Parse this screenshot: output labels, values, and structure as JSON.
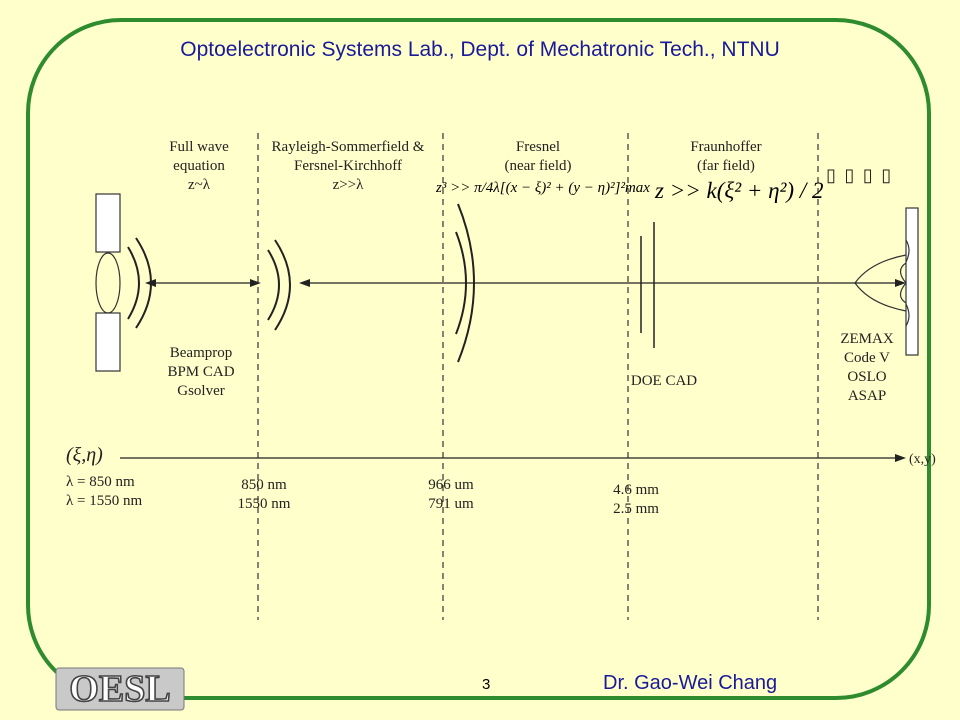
{
  "header": {
    "title": "Optoelectronic Systems Lab., Dept. of Mechatronic Tech., NTNU"
  },
  "regions": [
    {
      "lines": [
        "Full wave",
        "equation",
        "z~λ"
      ]
    },
    {
      "lines": [
        "Rayleigh-Sommerfield &",
        "Fersnel-Kirchhoff",
        "z>>λ"
      ]
    },
    {
      "lines": [
        "Fresnel",
        "(near field)"
      ]
    },
    {
      "lines": [
        "Fraunhoffer",
        "(far field)"
      ]
    }
  ],
  "formulas": {
    "fresnel": "z³ >> π/4λ[(x − ξ)² + (y − η)²]²max",
    "fraunhofer": "z >> k(ξ² + η²) / 2"
  },
  "placeholder_glyphs": "▯ ▯ ▯ ▯",
  "tools": {
    "bpm": [
      "Beamprop",
      "BPM CAD",
      "Gsolver"
    ],
    "doe": "DOE CAD",
    "optics": [
      "ZEMAX",
      "Code V",
      "OSLO",
      "ASAP"
    ]
  },
  "axis": {
    "origin_label": "(ξ,η)",
    "end_label": "(x,y)",
    "wavelengths": [
      "λ = 850 nm",
      "λ = 1550 nm"
    ],
    "distances": [
      [
        "850 nm",
        "1550 nm"
      ],
      [
        "966 um",
        "791 um"
      ],
      [
        "4.6 mm",
        "2.5 mm"
      ]
    ]
  },
  "footer": {
    "page": "3",
    "author": "Dr. Gao-Wei Chang",
    "logo": "OESL"
  }
}
